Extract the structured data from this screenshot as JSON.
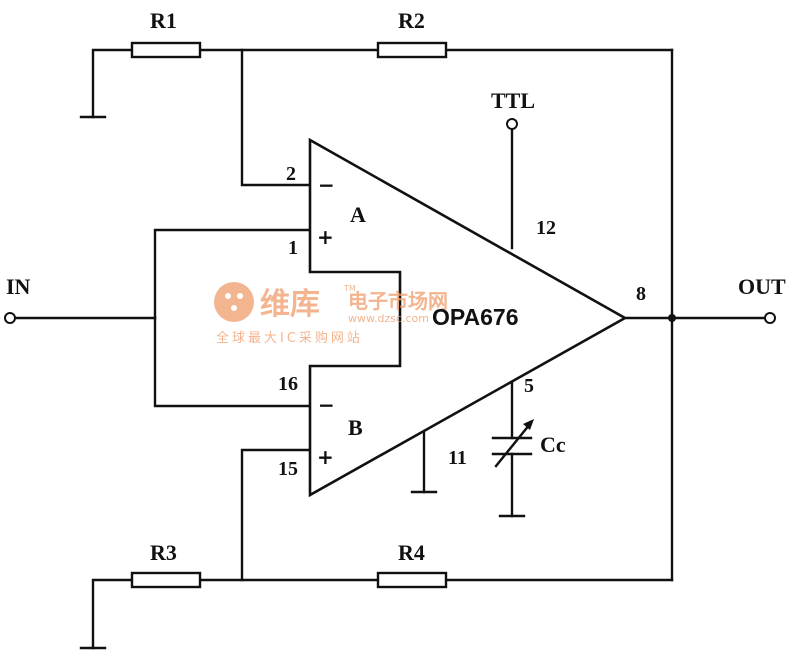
{
  "labels": {
    "r1": "R1",
    "r2": "R2",
    "r3": "R3",
    "r4": "R4",
    "in": "IN",
    "out": "OUT",
    "ttl": "TTL",
    "cc": "Cc",
    "amp_a": "A",
    "amp_b": "B",
    "part": "OPA676",
    "minus": "−",
    "plus": "+"
  },
  "pins": {
    "a_inv": "2",
    "a_noninv": "1",
    "b_inv": "16",
    "b_noninv": "15",
    "out": "8",
    "ttl": "12",
    "cc": "5",
    "gnd": "11"
  },
  "watermark": {
    "brand": "维库",
    "site": "电子市场网",
    "url": "www.dzsc.com",
    "tagline": "全球最大IC采购网站",
    "tm": "TM"
  }
}
